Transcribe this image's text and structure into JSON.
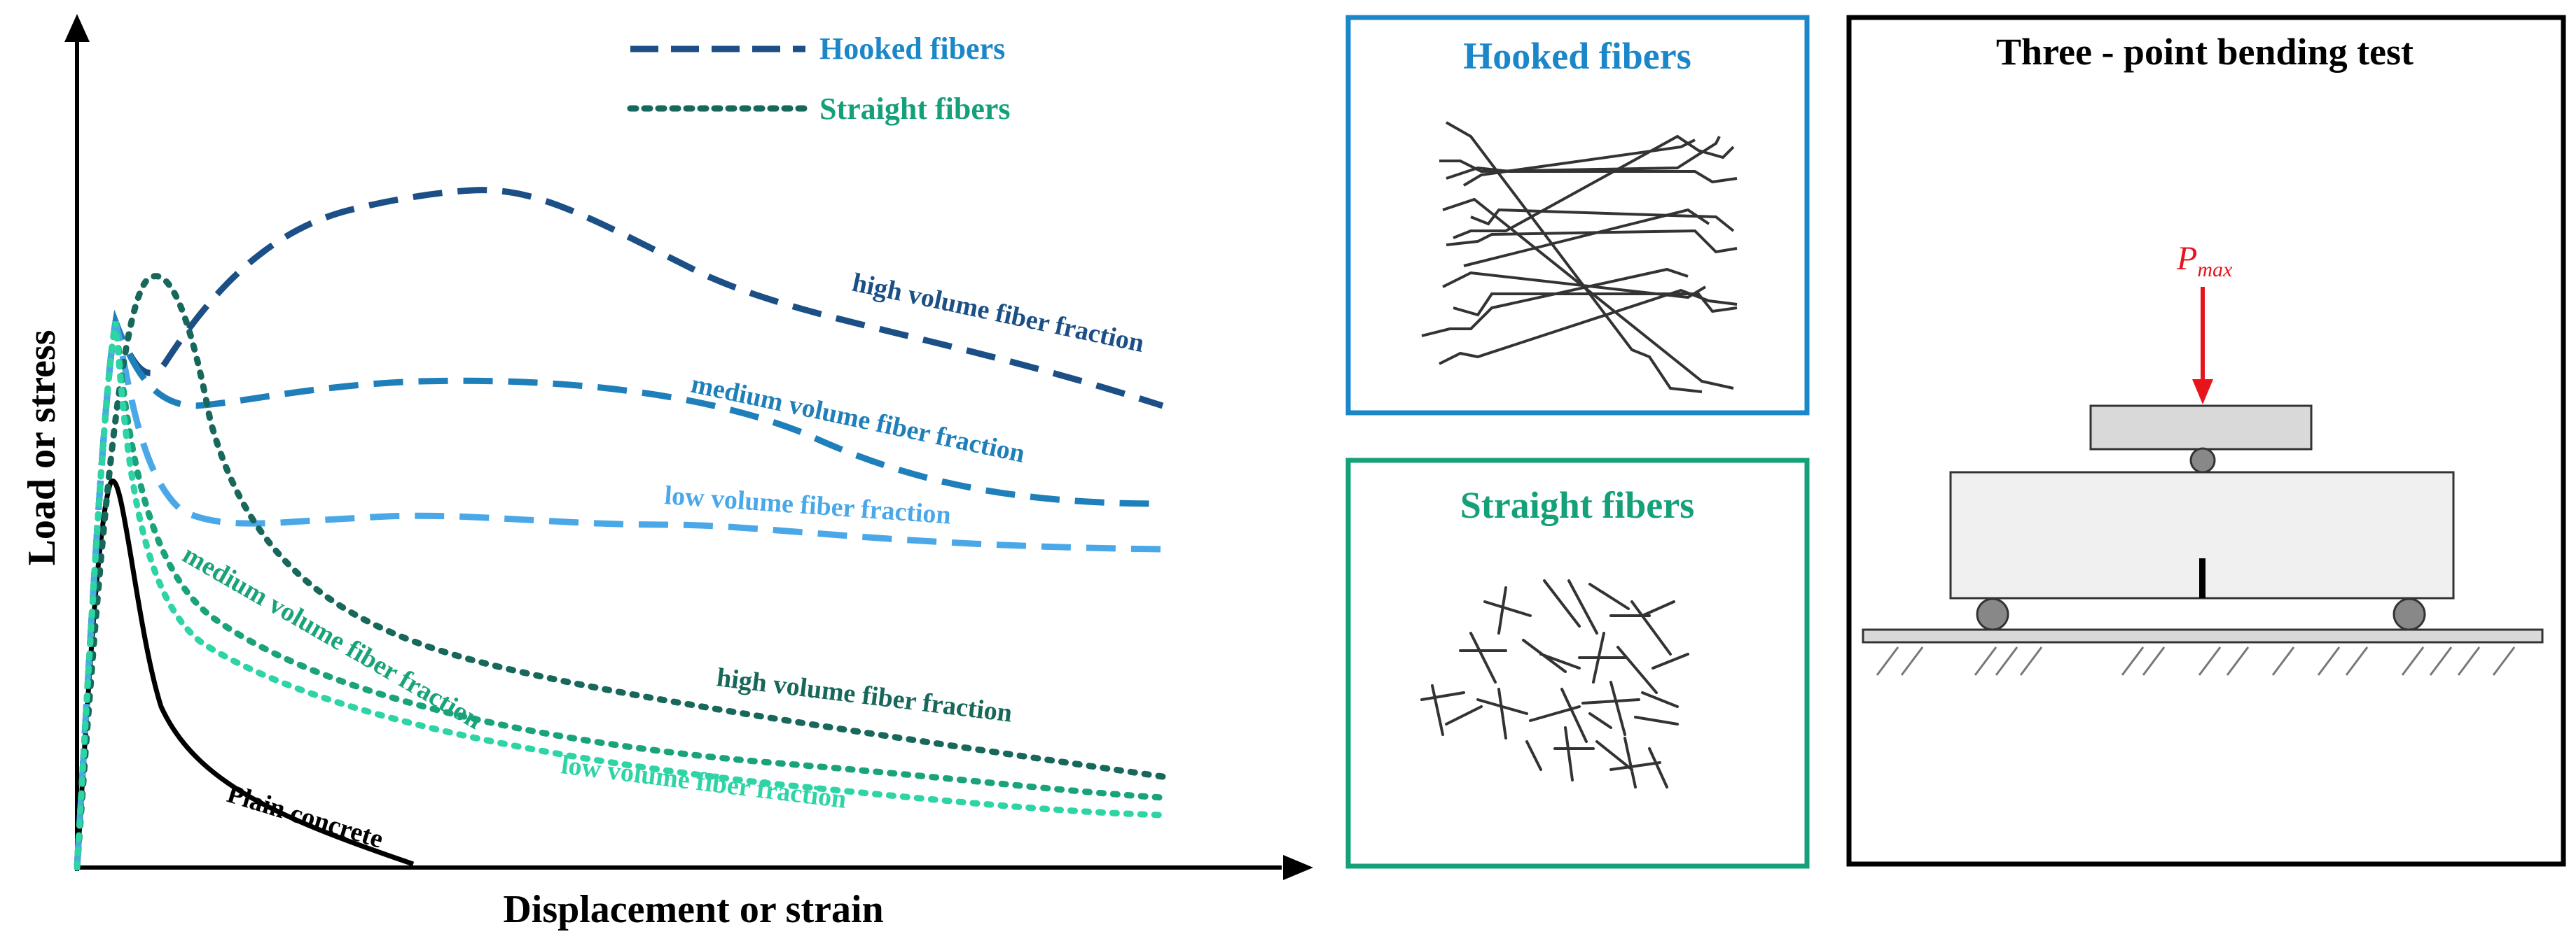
{
  "chart": {
    "y_axis_label": "Load or stress",
    "x_axis_label": "Displacement or strain",
    "legend": [
      {
        "label": "Hooked fibers",
        "style": "dashed",
        "color": "#0e7fc0"
      },
      {
        "label": "Straight fibers",
        "style": "dotted",
        "color": "#1aa37a"
      }
    ],
    "curve_labels": {
      "hooked_high": "high volume fiber fraction",
      "hooked_medium": "medium volume fiber fraction",
      "hooked_low": "low volume fiber fraction",
      "straight_medium": "medium volume fiber fraction",
      "straight_high": "high volume fiber fraction",
      "straight_low": "low volume fiber fraction",
      "plain": "Plain concrete"
    },
    "colors": {
      "hooked_high": "#1b4f86",
      "hooked_medium": "#1f7fba",
      "hooked_low": "#4aa8e8",
      "straight_high": "#17675a",
      "straight_medium": "#1aa37a",
      "straight_low": "#2ed3a6",
      "plain": "#000000",
      "hooked_title": "#1b86c8",
      "straight_title": "#15a07a"
    }
  },
  "hooked_panel": {
    "title": "Hooked fibers",
    "border_color": "#1b86c8"
  },
  "straight_panel": {
    "title": "Straight fibers",
    "border_color": "#15a07a"
  },
  "test_panel": {
    "title": "Three - point bending test",
    "load_symbol": "P",
    "load_subscript": "max",
    "load_color": "#e8141c"
  }
}
